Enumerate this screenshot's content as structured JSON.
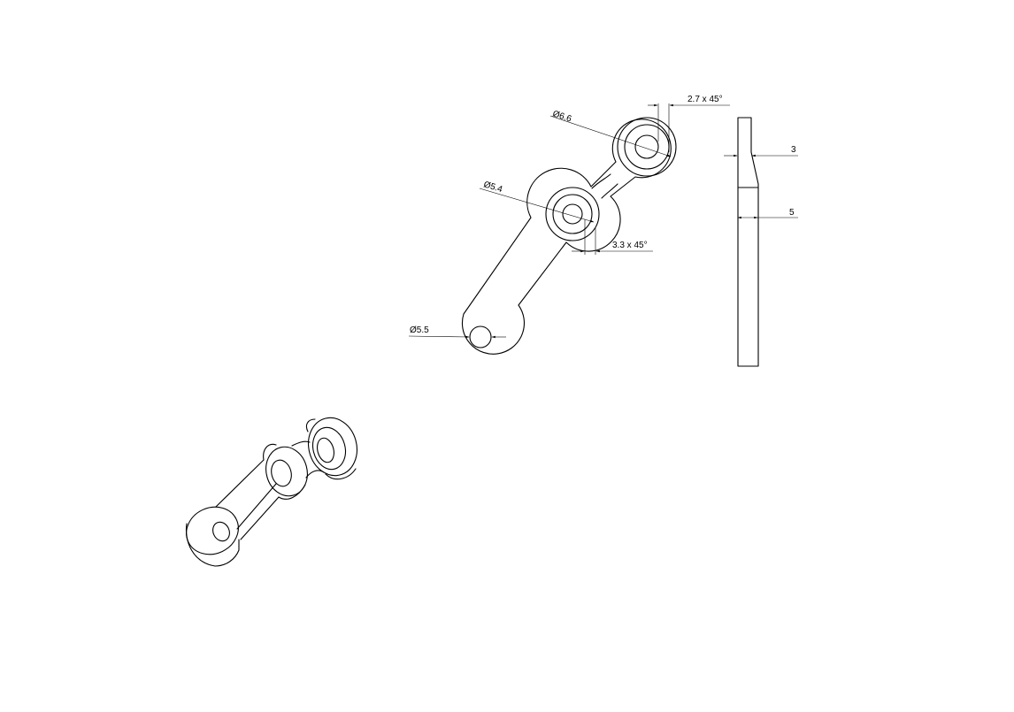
{
  "drawing": {
    "dimensions": {
      "hole_top": "Ø6.6",
      "hole_mid": "Ø5.4",
      "hole_bottom": "Ø5.5",
      "chamfer_top": "2.7 x 45°",
      "chamfer_mid": "3.3 x 45°",
      "side_thickness_top": "3",
      "side_thickness_bottom": "5"
    }
  }
}
